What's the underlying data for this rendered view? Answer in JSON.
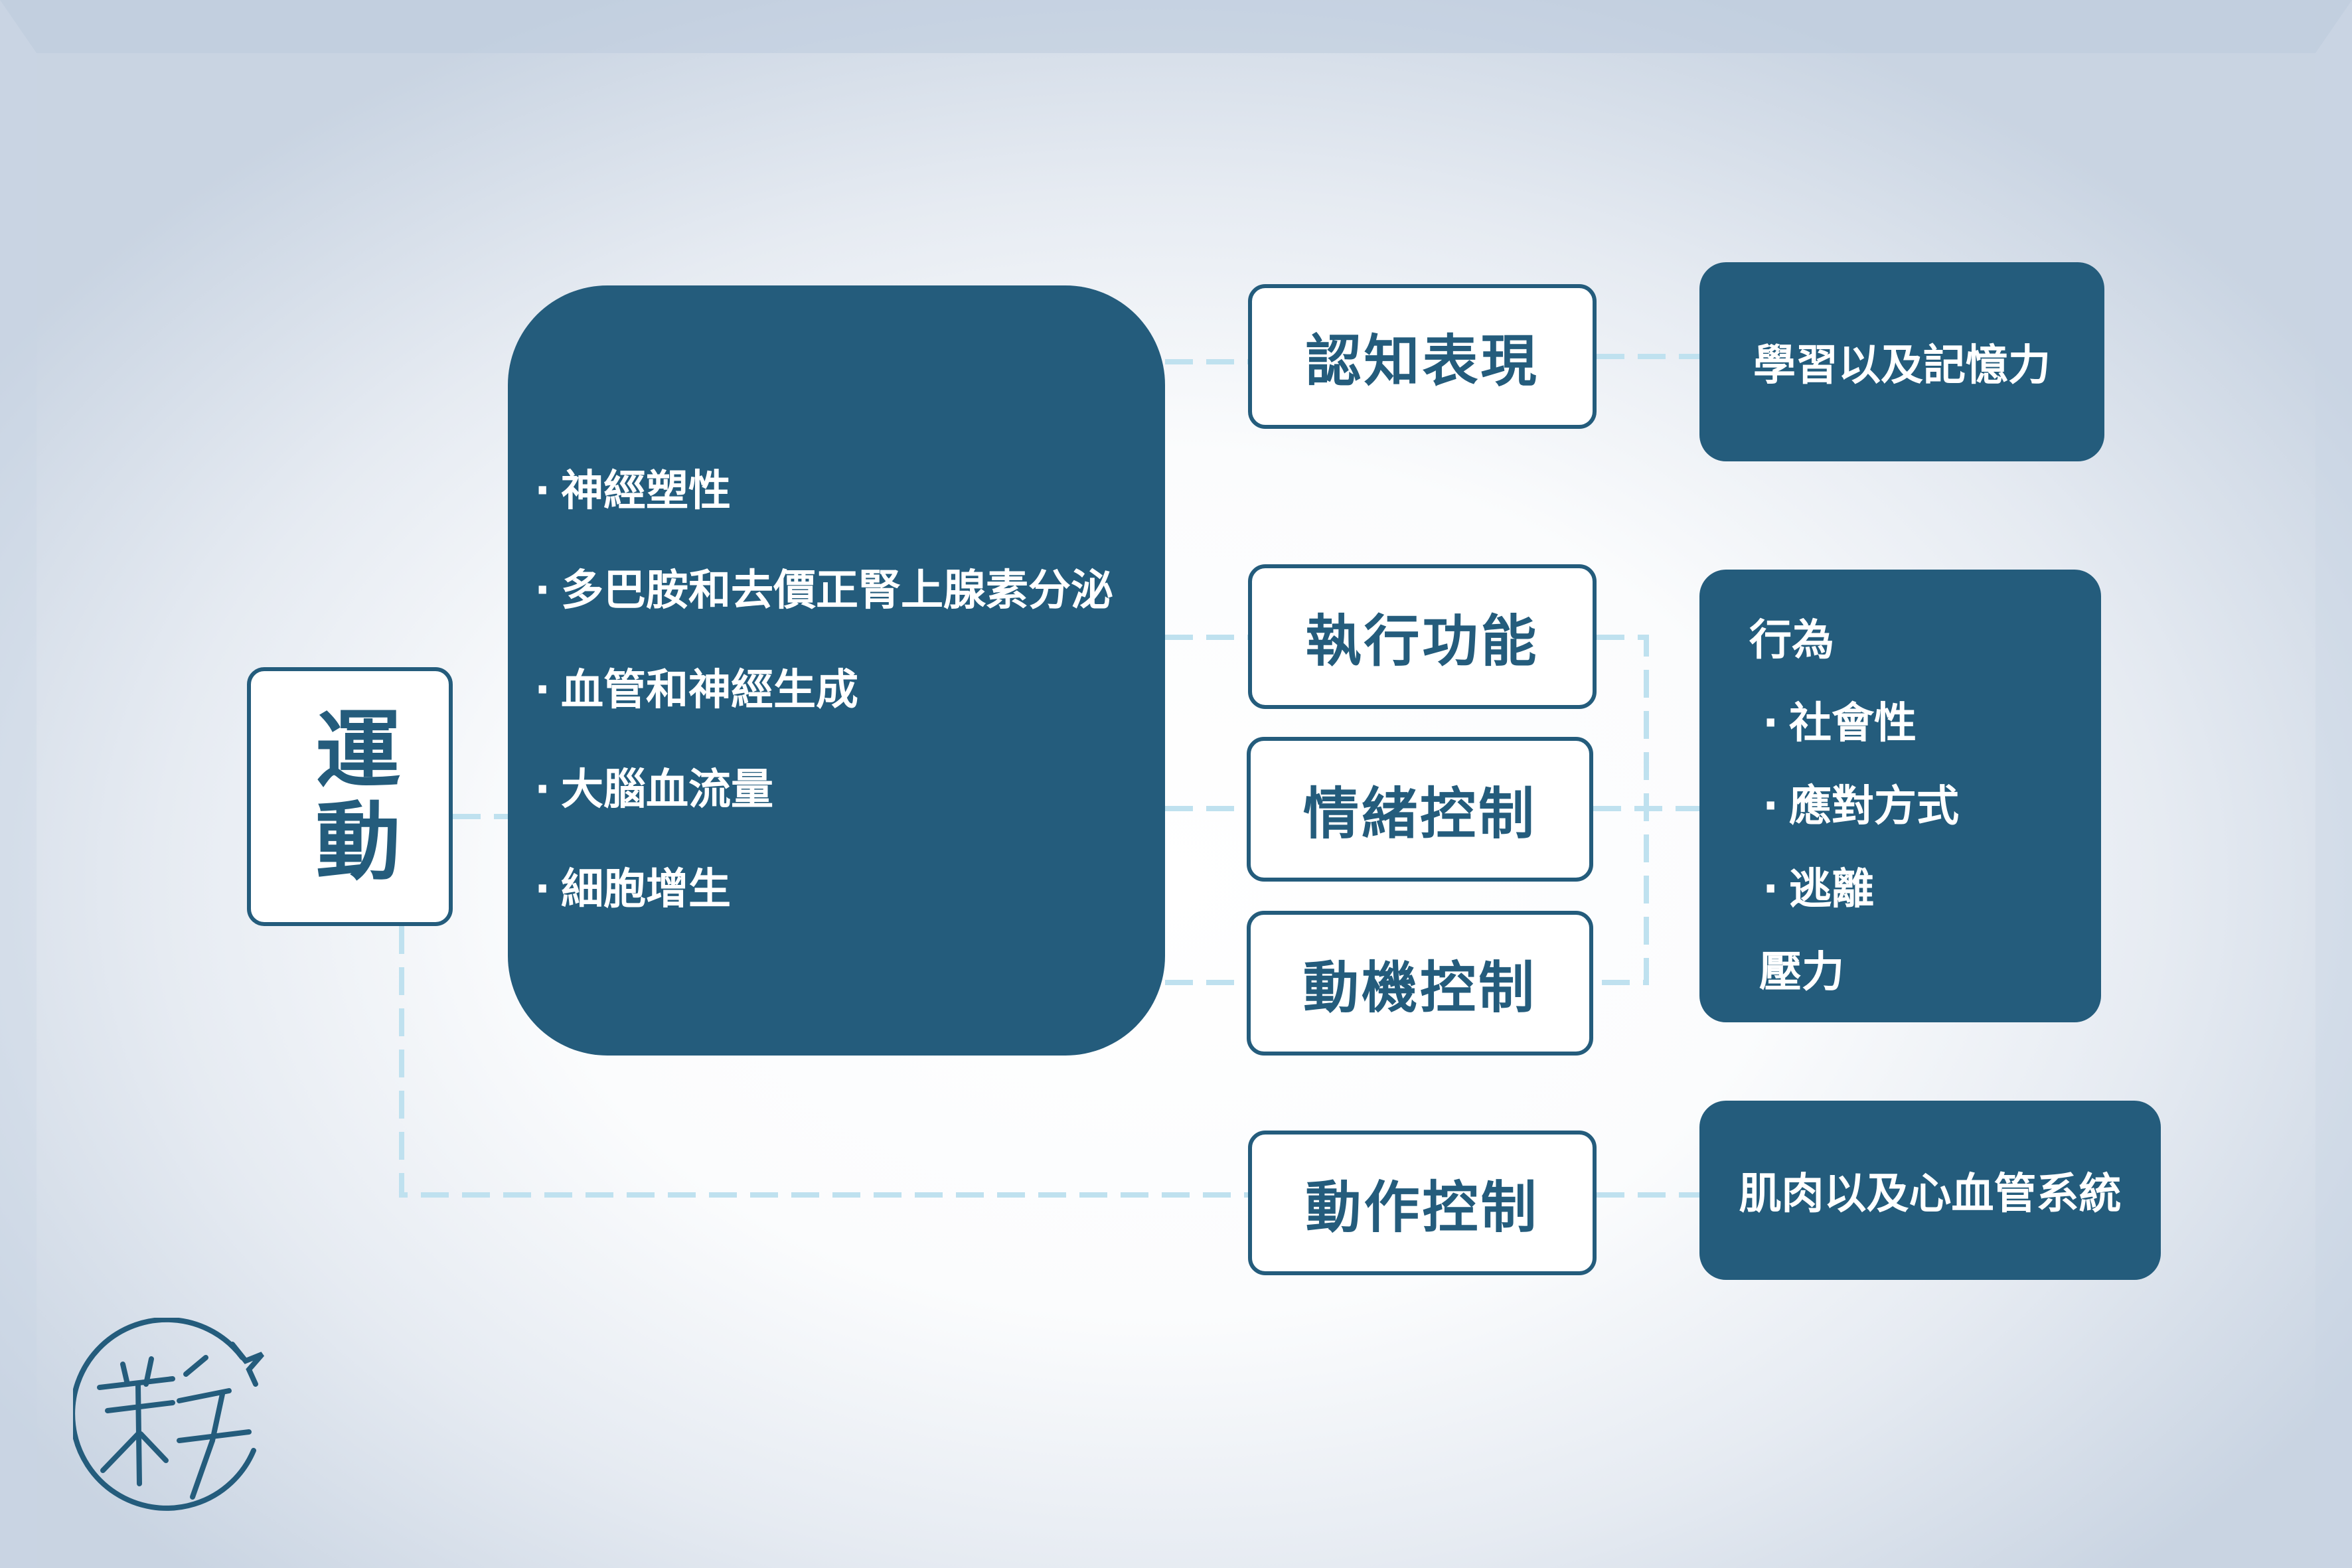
{
  "exercise": "運動",
  "mechanisms": {
    "items": [
      "神經塑性",
      "多巴胺和去價正腎上腺素分泌",
      "血管和神經生成",
      "大腦血流量",
      "細胞增生"
    ]
  },
  "functions": {
    "cognitive": "認知表現",
    "executive": "執行功能",
    "emotion": "情緒控制",
    "motivation": "動機控制",
    "motor": "動作控制"
  },
  "outcomes": {
    "learning": "學習以及記憶力",
    "behavior": {
      "title": "行為",
      "items": [
        "社會性",
        "應對方式",
        "逃離"
      ],
      "extra": "壓力"
    },
    "muscle": "肌肉以及心血管系統"
  },
  "colors": {
    "primary": "#245c7c",
    "connector": "#bfe1ef"
  }
}
